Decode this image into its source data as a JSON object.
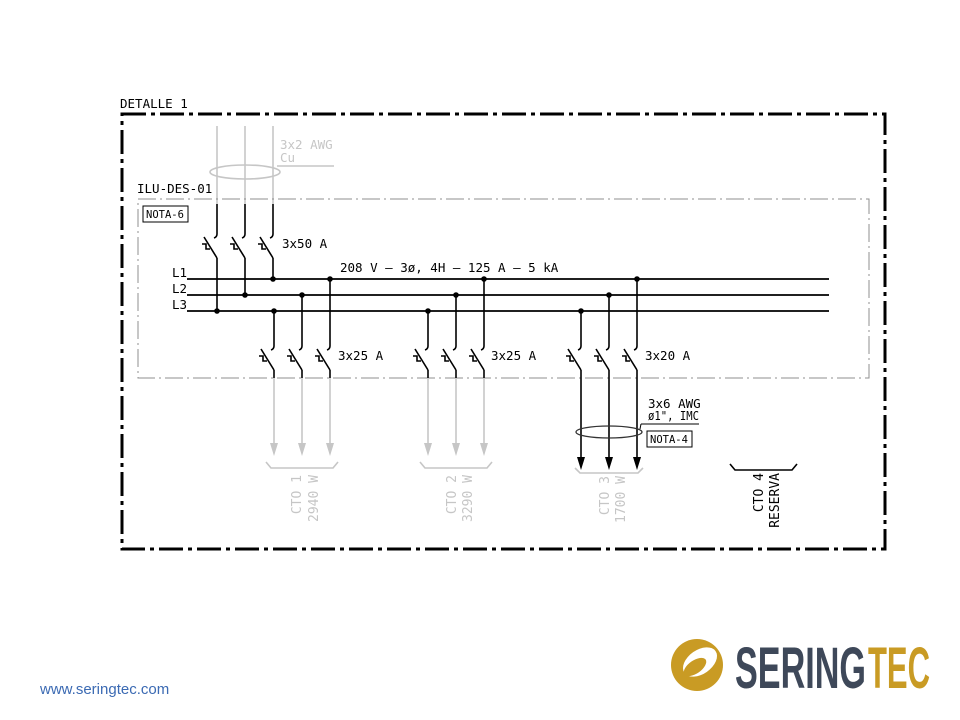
{
  "slide": {
    "detail_title": "DETALLE 1",
    "incoming_cable": {
      "size": "3x2 AWG",
      "material": "Cu"
    },
    "panel": {
      "id": "ILU-DES-01",
      "note": "NOTA-6",
      "main_breaker": "3x50 A",
      "bus_rating": "208 V – 3ø, 4H – 125 A – 5 kA",
      "phases": [
        "L1",
        "L2",
        "L3"
      ]
    },
    "branch_breakers": [
      "3x25 A",
      "3x25 A",
      "3x20 A"
    ],
    "feeder_cable": {
      "size": "3x6 AWG",
      "conduit": "ø1\", IMC",
      "note": "NOTA-4"
    },
    "circuits": [
      {
        "name": "CTO 1",
        "detail": "2940 W"
      },
      {
        "name": "CTO 2",
        "detail": "3290 W"
      },
      {
        "name": "CTO 3",
        "detail": "1700 W"
      },
      {
        "name": "CTO 4",
        "detail": "RESERVA"
      }
    ]
  },
  "footer": {
    "website": "www.seringtec.com"
  },
  "logo": {
    "word_1": "SERING",
    "word_2": "TEC",
    "icon": "seringtec-ring-icon"
  },
  "colors": {
    "ink": "#000000",
    "faded": "#c6c6c6",
    "panel_border": "#8f8f8f",
    "link": "#3b6ab3",
    "brand_gold": "#c99b24",
    "brand_slate": "#3e4859",
    "rule": "#f2c744"
  }
}
